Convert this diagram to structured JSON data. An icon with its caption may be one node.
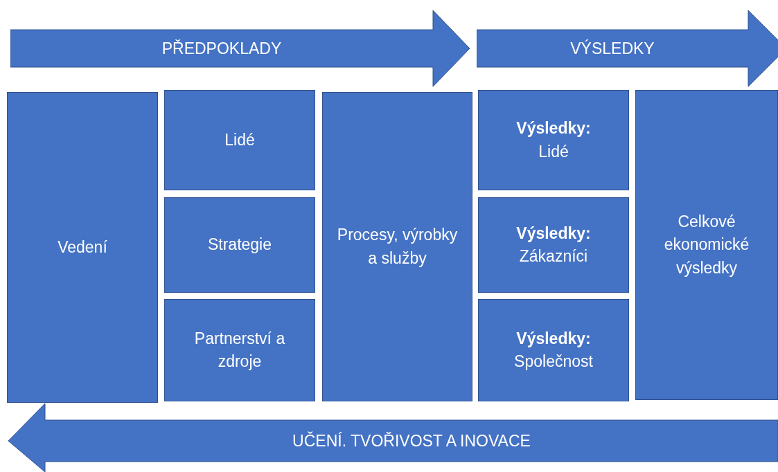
{
  "diagram": {
    "nodes": [
      {
        "text": [
          "PŘEDPOKLADY"
        ]
      },
      {
        "text": [
          "VÝSLEDKY"
        ]
      },
      {
        "text": [
          "Vedení"
        ]
      },
      {
        "text": [
          "Lidé"
        ]
      },
      {
        "text": [
          "Strategie"
        ]
      },
      {
        "text": [
          "Partnerství a zdroje"
        ]
      },
      {
        "text": [
          "Procesy, výrobky a služby"
        ]
      },
      {
        "text": [
          "Výsledky:",
          "Lidé"
        ]
      },
      {
        "text": [
          "Výsledky:",
          "Zákazníci"
        ]
      },
      {
        "text": [
          "Výsledky:",
          "Společnost"
        ]
      },
      {
        "text": [
          "Celkové ekonomické výsledky"
        ]
      },
      {
        "text": [
          "UČENÍ. TVOŘIVOST A INOVACE"
        ]
      }
    ]
  }
}
